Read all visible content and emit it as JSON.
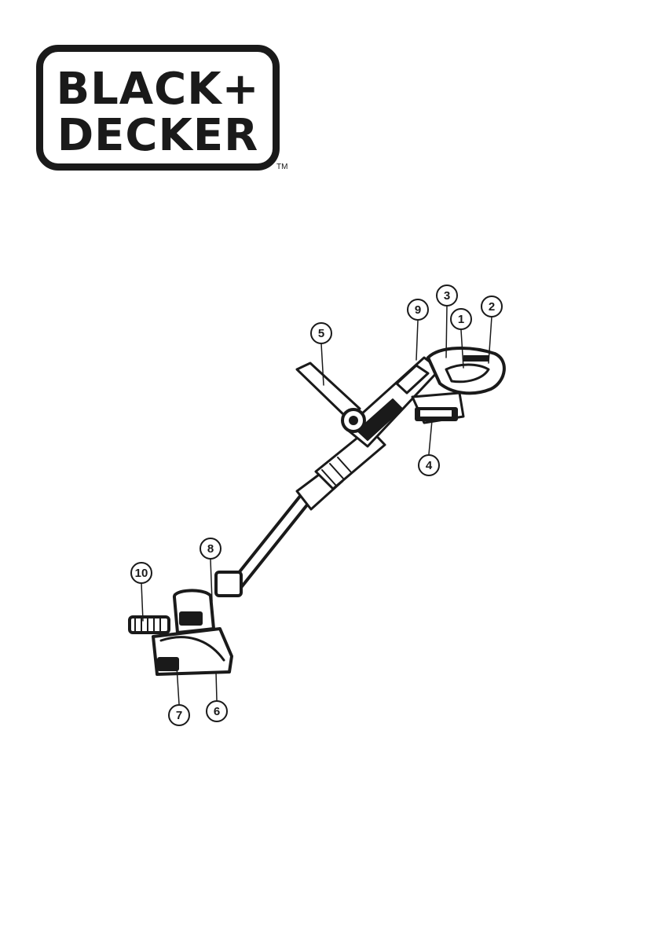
{
  "logo": {
    "line1": "BLACK+",
    "line2": "DECKER",
    "trademark": "TM"
  },
  "callouts": [
    "1",
    "2",
    "3",
    "4",
    "5",
    "6",
    "7",
    "8",
    "9",
    "10"
  ],
  "colors": {
    "ink": "#1a1a1a",
    "background": "#ffffff"
  }
}
